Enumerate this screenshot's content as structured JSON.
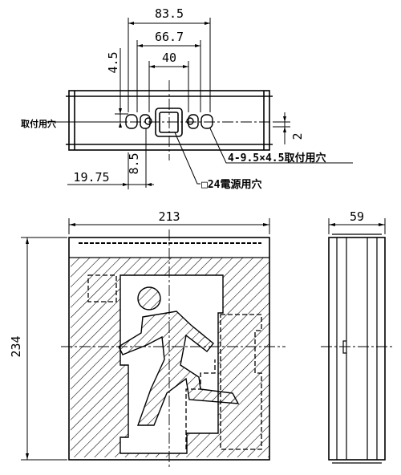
{
  "dims": {
    "d83_5": "83.5",
    "d66_7": "66.7",
    "d40": "40",
    "d4_5": "4.5",
    "d2": "2",
    "d8_5": "8.5",
    "d19_75": "19.75",
    "d213": "213",
    "d59": "59",
    "d234": "234"
  },
  "labels": {
    "mount_hole": "取付用穴",
    "mount_hole_spec": "4-9.5×4.5取付用穴",
    "power_hole": "□24電源用穴"
  }
}
